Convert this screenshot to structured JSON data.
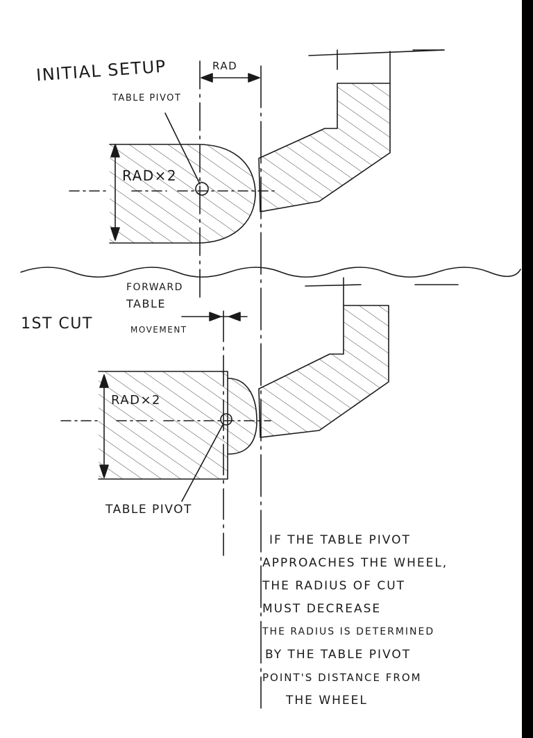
{
  "labels": {
    "initial_setup": "INITIAL SETUP",
    "rad": "RAD",
    "table_pivot_top": "TABLE PIVOT",
    "rad_x2_top": "RAD×2",
    "forward": "FORWARD",
    "table": "TABLE",
    "movement": "MOVEMENT",
    "first_cut": "1ST CUT",
    "rad_x2_bottom": "RAD×2",
    "table_pivot_bottom": "TABLE PIVOT"
  },
  "note": {
    "lines": [
      "IF THE TABLE PIVOT",
      "APPROACHES THE WHEEL,",
      "THE RADIUS OF CUT",
      "MUST DECREASE",
      "THE RADIUS IS DETERMINED",
      "BY THE TABLE PIVOT",
      "POINT'S DISTANCE FROM",
      "THE WHEEL"
    ]
  }
}
